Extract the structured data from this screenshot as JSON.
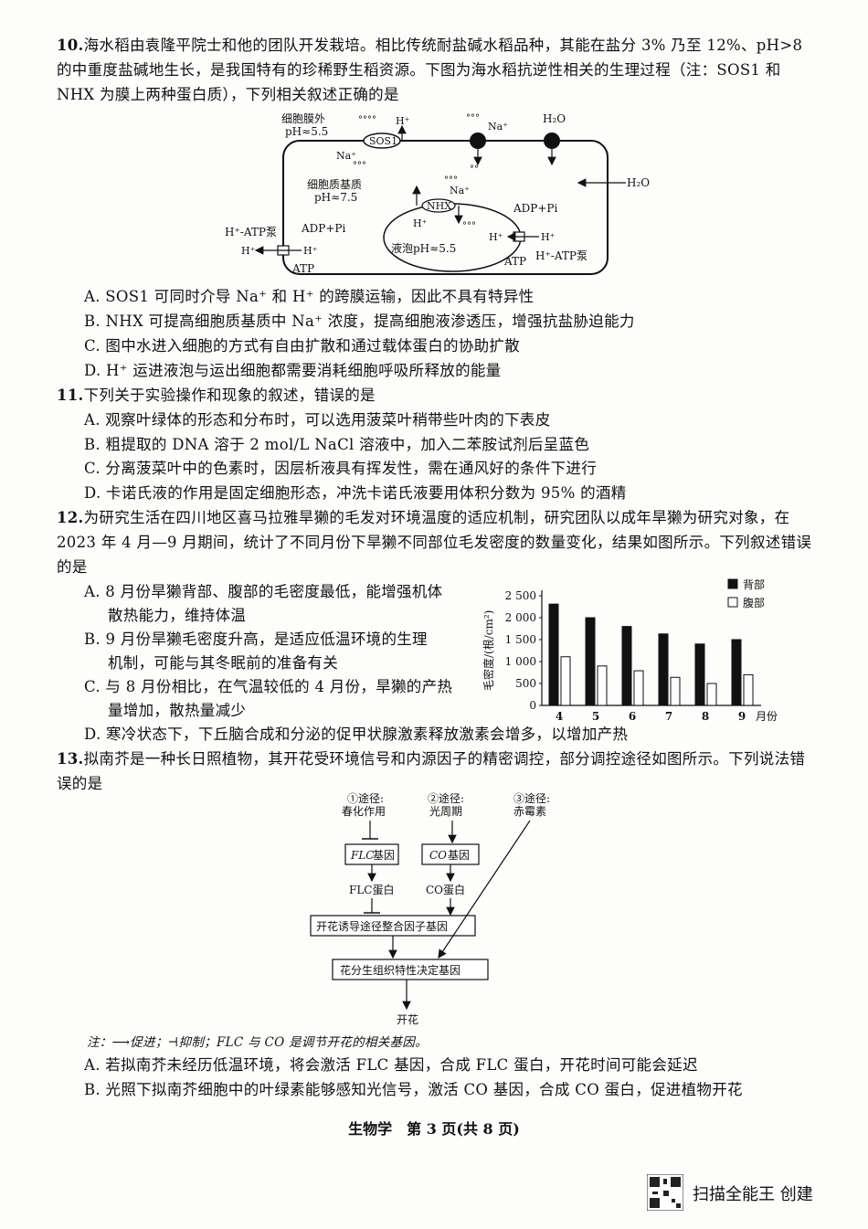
{
  "q10": {
    "number": "10.",
    "stem": "海水稻由袁隆平院士和他的团队开发栽培。相比传统耐盐碱水稻品种，其能在盐分 3% 乃至 12%、pH>8 的中重度盐碱地生长，是我国特有的珍稀野生稻资源。下图为海水稻抗逆性相关的生理过程（注：SOS1 和 NHX 为膜上两种蛋白质），下列相关叙述正确的是",
    "figure": {
      "outside_label_1": "细胞膜外",
      "outside_label_2": "pH≈5.5",
      "cytoplasm_label_1": "细胞质基质",
      "cytoplasm_label_2": "pH≈7.5",
      "vacuole_label": "液泡pH≈5.5",
      "sos1": "SOS1",
      "nhx": "NHX",
      "na": "Na⁺",
      "h": "H⁺",
      "h2o": "H₂O",
      "adp_pi": "ADP+Pi",
      "atp": "ATP",
      "pump": "H⁺-ATP泵"
    },
    "options": [
      "A. SOS1 可同时介导 Na⁺ 和 H⁺ 的跨膜运输，因此不具有特异性",
      "B. NHX 可提高细胞质基质中 Na⁺ 浓度，提高细胞液渗透压，增强抗盐胁迫能力",
      "C. 图中水进入细胞的方式有自由扩散和通过载体蛋白的协助扩散",
      "D. H⁺ 运进液泡与运出细胞都需要消耗细胞呼吸所释放的能量"
    ]
  },
  "q11": {
    "number": "11.",
    "stem": "下列关于实验操作和现象的叙述，错误的是",
    "options": [
      "A. 观察叶绿体的形态和分布时，可以选用菠菜叶稍带些叶肉的下表皮",
      "B. 粗提取的 DNA 溶于 2 mol/L NaCl 溶液中，加入二苯胺试剂后呈蓝色",
      "C. 分离菠菜叶中的色素时，因层析液具有挥发性，需在通风好的条件下进行",
      "D. 卡诺氏液的作用是固定细胞形态，冲洗卡诺氏液要用体积分数为 95% 的酒精"
    ]
  },
  "q12": {
    "number": "12.",
    "stem": "为研究生活在四川地区喜马拉雅旱獭的毛发对环境温度的适应机制，研究团队以成年旱獭为研究对象，在 2023 年 4 月—9 月期间，统计了不同月份下旱獭不同部位毛发密度的数量变化，结果如图所示。下列叙述错误的是",
    "options_left": [
      "A. 8 月份旱獭背部、腹部的毛密度最低，能增强机体",
      "散热能力，维持体温",
      "B. 9 月份旱獭毛密度升高，是适应低温环境的生理",
      "机制，可能与其冬眠前的准备有关",
      "C. 与 8 月份相比，在气温较低的 4 月份，旱獭的产热",
      "量增加，散热量减少"
    ],
    "option_d": "D. 寒冷状态下，下丘脑合成和分泌的促甲状腺激素释放激素会增多，以增加产热"
  },
  "chart_data": {
    "type": "bar",
    "categories": [
      "4",
      "5",
      "6",
      "7",
      "8",
      "9"
    ],
    "x_unit": "月份",
    "ylabel": "毛密度/(根/cm²)",
    "ylim": [
      0,
      2500
    ],
    "yticks": [
      "0",
      "500",
      "1 000",
      "1 500",
      "2 000",
      "2 500"
    ],
    "legend_position": "top-right",
    "series": [
      {
        "name": "背部",
        "color": "#111111",
        "values": [
          2310,
          2000,
          1800,
          1630,
          1400,
          1500
        ]
      },
      {
        "name": "腹部",
        "color": "#ffffff",
        "values": [
          1110,
          900,
          790,
          640,
          500,
          700
        ]
      }
    ]
  },
  "q13": {
    "number": "13.",
    "stem": "拟南芥是一种长日照植物，其开花受环境信号和内源因子的精密调控，部分调控途径如图所示。下列说法错误的是",
    "figure": {
      "path1_a": "①途径:",
      "path1_b": "春化作用",
      "path2_a": "②途径:",
      "path2_b": "光周期",
      "path3_a": "③途径:",
      "path3_b": "赤霉素",
      "flc_gene_italic": "FLC",
      "gene_suffix": "基因",
      "co_gene_italic": "CO",
      "flc_protein": "FLC蛋白",
      "co_protein": "CO蛋白",
      "integrator": "开花诱导途径整合因子基因",
      "meristem": "花分生组织特性决定基因",
      "flower": "开花"
    },
    "note": "注：⟶促进；⊣抑制；FLC 与 CO 是调节开花的相关基因。",
    "options": [
      "A. 若拟南芥未经历低温环境，将会激活 FLC 基因，合成 FLC 蛋白，开花时间可能会延迟",
      "B. 光照下拟南芥细胞中的叶绿素能够感知光信号，激活 CO 基因，合成 CO 蛋白，促进植物开花"
    ]
  },
  "footer": "生物学　第 3 页(共 8 页)",
  "scanner": "扫描全能王 创建"
}
